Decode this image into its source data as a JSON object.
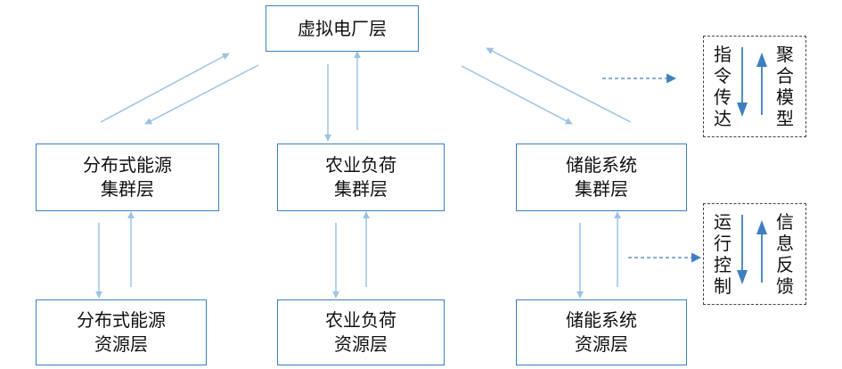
{
  "top": {
    "label": "虚拟电厂层"
  },
  "clusters": [
    {
      "line1": "分布式能源",
      "line2": "集群层"
    },
    {
      "line1": "农业负荷",
      "line2": "集群层"
    },
    {
      "line1": "储能系统",
      "line2": "集群层"
    }
  ],
  "resources": [
    {
      "line1": "分布式能源",
      "line2": "资源层"
    },
    {
      "line1": "农业负荷",
      "line2": "资源层"
    },
    {
      "line1": "储能系统",
      "line2": "资源层"
    }
  ],
  "legend_upper": {
    "down_text": "指令传达",
    "up_text": "聚合模型"
  },
  "legend_lower": {
    "down_text": "运行控制",
    "up_text": "信息反馈"
  },
  "colors": {
    "box_border": "#3a7fc1",
    "connector": "#9cc3e4",
    "legend_arrow": "#3f7fc0",
    "legend_border": "#444444"
  }
}
